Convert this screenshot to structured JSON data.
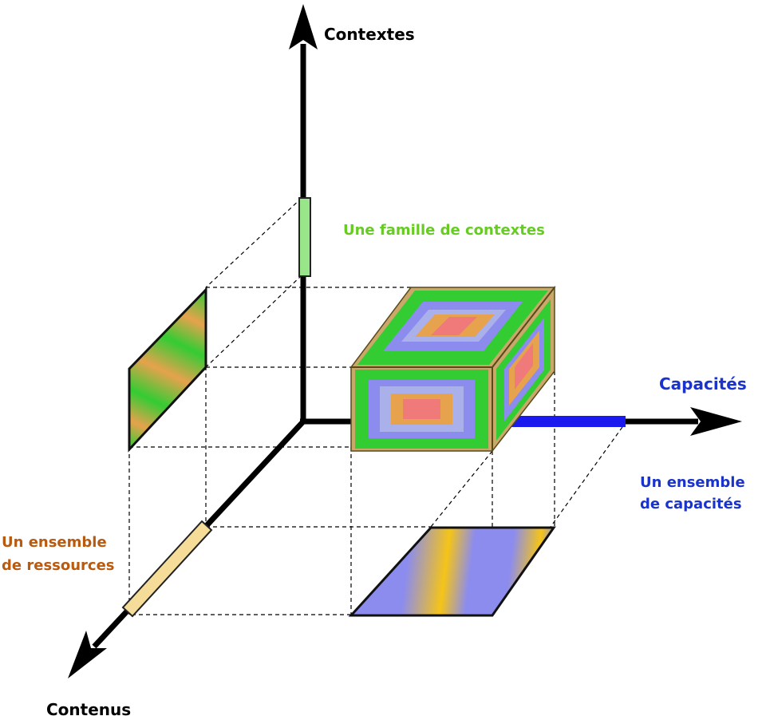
{
  "axes": {
    "vertical": "Contextes",
    "horizontal": "Capacités",
    "depth": "Contenus"
  },
  "annotations": {
    "contexts_set": "Une famille de contextes",
    "capabilities_set_line1": "Un ensemble",
    "capabilities_set_line2": "de capacités",
    "resources_set_line1": "Un ensemble",
    "resources_set_line2": "de ressources"
  },
  "colors": {
    "axis": "#000000",
    "axis_label": "#000000",
    "contexts_label": "#66cc22",
    "capabilities_label": "#1a33cc",
    "resources_label": "#b85a10",
    "contexts_segment": "#99e68a",
    "capabilities_segment": "#1a1aee",
    "resources_segment": "#f5dd99",
    "green": "#33cc33",
    "purple": "#8c8cee",
    "orange": "#e6a24d",
    "yellow": "#f5c418",
    "red": "#f07a7a",
    "outline": "#222222"
  }
}
